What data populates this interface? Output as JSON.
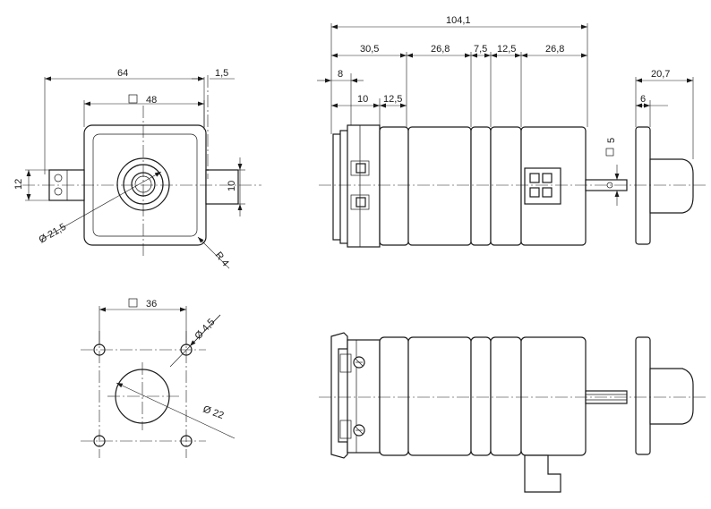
{
  "views": {
    "front": {
      "width_64": "64",
      "flange_1_5": "1,5",
      "square_48": "48",
      "height_12": "12",
      "shaft_10": "10",
      "dia_21_5": "Ø 21,5",
      "radius_4": "R 4"
    },
    "side": {
      "overall_104_1": "104,1",
      "seg_30_5": "30,5",
      "seg_26_8_a": "26,8",
      "seg_7_5": "7,5",
      "seg_12_5_a": "12,5",
      "seg_26_8_b": "26,8",
      "seg_8": "8",
      "seg_10": "10",
      "seg_12_5_b": "12,5",
      "knob_20_7": "20,7",
      "plate_6": "6",
      "shaft_5": "5"
    },
    "cutout": {
      "square_36": "36",
      "dia_4_5": "Ø 4,5",
      "dia_22": "Ø 22"
    }
  }
}
